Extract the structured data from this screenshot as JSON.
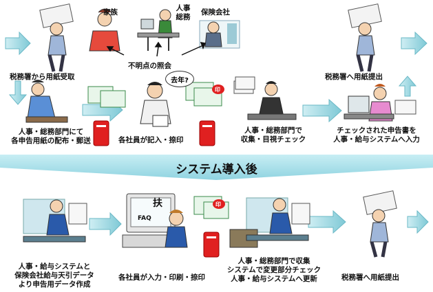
{
  "top": {
    "tax_office_receive": "税務署から用紙受取",
    "family": "家族",
    "hr_affairs_line1": "人事",
    "hr_affairs_line2": "総務",
    "insurance_company": "保険会社",
    "inquiry": "不明点の照会",
    "tax_office_submit": "税務署へ用紙提出",
    "distribute_line1": "人事・総務部門にて",
    "distribute_line2": "各申告用紙の配布・郵送",
    "employee_fill": "各社員が記入・捺印",
    "bubble_last_year": "去年?",
    "stamp_char": "印",
    "collect_line1": "人事・総務部門で",
    "collect_line2": "収集・目視チェック",
    "input_line1": "チェックされた申告書を",
    "input_line2": "人事・給与システムへ入力"
  },
  "band": {
    "label": "システム導入後"
  },
  "bottom": {
    "create_line1": "人事・給与システムと",
    "create_line2": "保険会社給与天引データ",
    "create_line3": "より申告用データ作成",
    "fuyou_char": "扶",
    "faq": "FAQ",
    "stamp_char": "印",
    "employee_input": "各社員が入力・印刷・捺印",
    "update_line1": "人事・総務部門で収集",
    "update_line2": "システムで変更部分チェック",
    "update_line3": "人事・給与システムへ更新",
    "tax_office_submit": "税務署へ用紙提出"
  }
}
